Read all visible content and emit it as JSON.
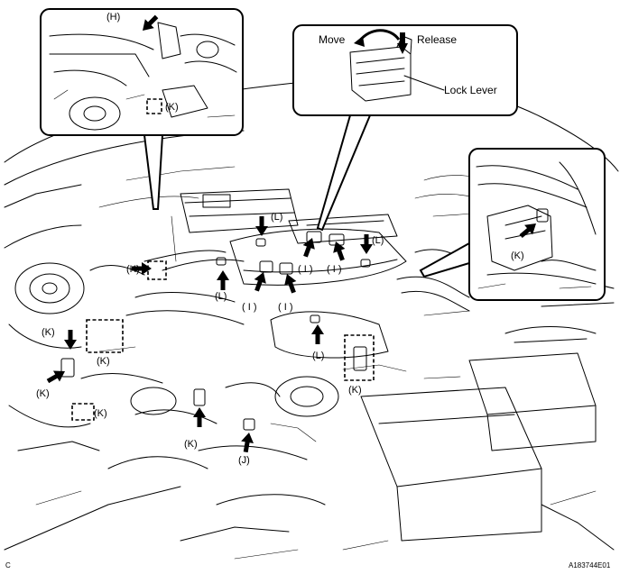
{
  "labels": {
    "H": "(H)",
    "I": "( I )",
    "J": "(J)",
    "K": "(K)",
    "L": "(L)"
  },
  "callout": {
    "move": "Move",
    "release": "Release",
    "lock_lever": "Lock Lever"
  },
  "footer": {
    "corner_letter": "C",
    "figure_code": "A183744E01"
  }
}
